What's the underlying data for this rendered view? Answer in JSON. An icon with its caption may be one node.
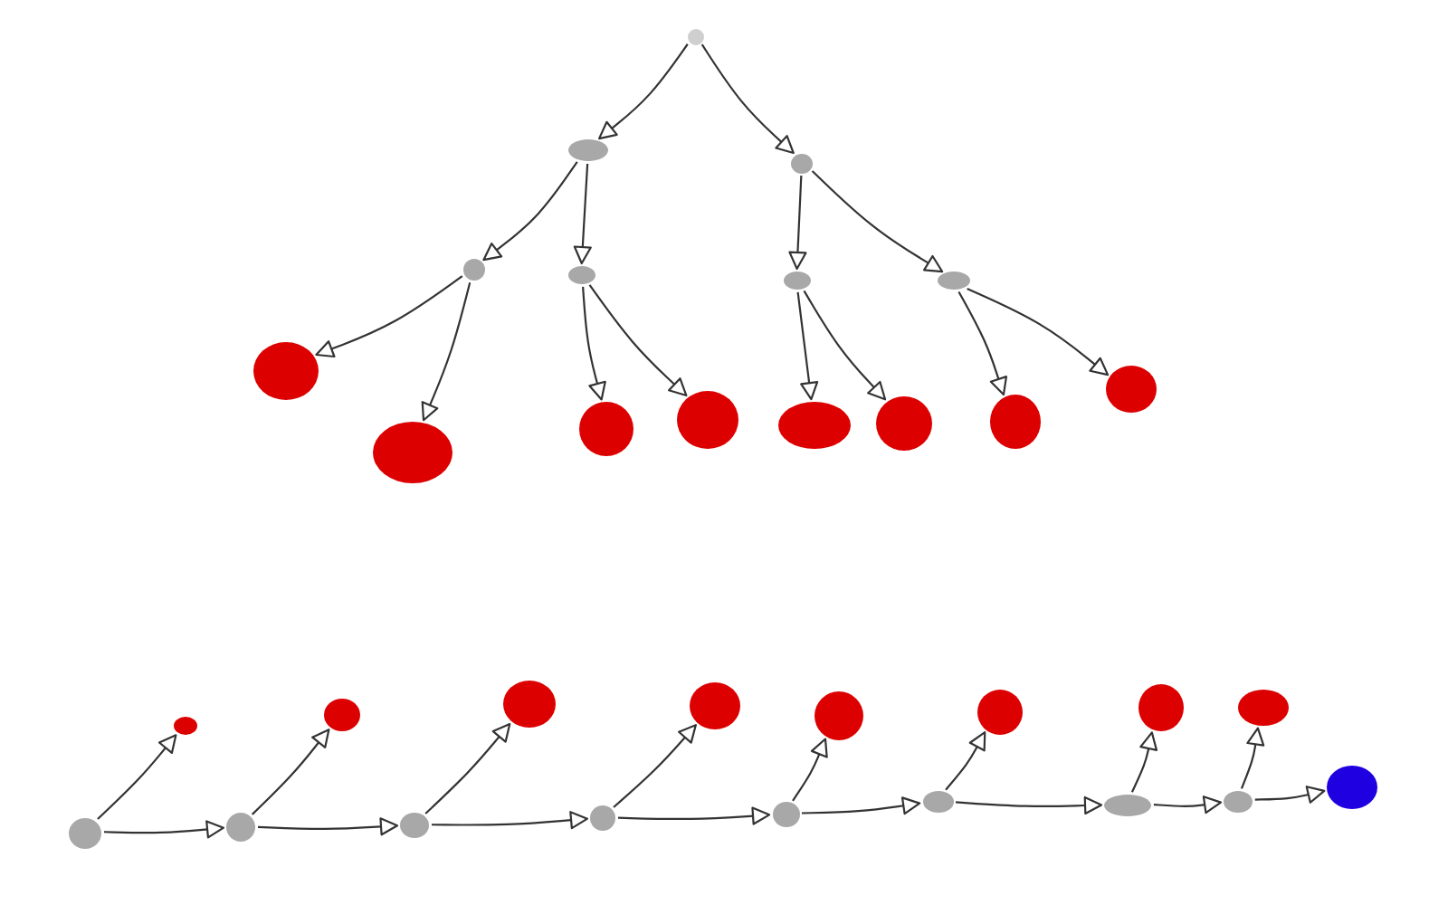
{
  "diagram": {
    "nodes": [
      {
        "text": [],
        "shape": "circle"
      },
      {
        "text": [],
        "shape": "circle"
      },
      {
        "text": [],
        "shape": "circle"
      },
      {
        "text": [],
        "shape": "circle"
      },
      {
        "text": [],
        "shape": "circle"
      },
      {
        "text": [],
        "shape": "circle"
      },
      {
        "text": [],
        "shape": "circle"
      },
      {
        "text": [],
        "shape": "circle"
      },
      {
        "text": [],
        "shape": "circle"
      },
      {
        "text": [],
        "shape": "circle"
      },
      {
        "text": [],
        "shape": "circle"
      },
      {
        "text": [],
        "shape": "circle"
      },
      {
        "text": [],
        "shape": "circle"
      },
      {
        "text": [],
        "shape": "circle"
      },
      {
        "text": [],
        "shape": "circle"
      },
      {
        "text": [],
        "shape": "circle"
      },
      {
        "text": [],
        "shape": "circle"
      },
      {
        "text": [],
        "shape": "circle"
      },
      {
        "text": [],
        "shape": "circle"
      },
      {
        "text": [],
        "shape": "circle"
      },
      {
        "text": [],
        "shape": "circle"
      },
      {
        "text": [],
        "shape": "circle"
      },
      {
        "text": [],
        "shape": "circle"
      },
      {
        "text": [],
        "shape": "circle"
      },
      {
        "text": [],
        "shape": "circle"
      },
      {
        "text": [],
        "shape": "circle"
      },
      {
        "text": [],
        "shape": "circle"
      },
      {
        "text": [],
        "shape": "circle"
      },
      {
        "text": [],
        "shape": "circle"
      },
      {
        "text": [],
        "shape": "circle"
      },
      {
        "text": [],
        "shape": "circle"
      },
      {
        "text": [],
        "shape": "circle"
      }
    ],
    "edges": [
      {
        "from": 0,
        "to": 1,
        "arrow": "to"
      },
      {
        "from": 0,
        "to": 2,
        "arrow": "to"
      },
      {
        "from": 1,
        "to": 3,
        "arrow": "to"
      },
      {
        "from": 1,
        "to": 4,
        "arrow": "to"
      },
      {
        "from": 2,
        "to": 5,
        "arrow": "to"
      },
      {
        "from": 2,
        "to": 6,
        "arrow": "to"
      },
      {
        "from": 3,
        "to": 7,
        "arrow": "to"
      },
      {
        "from": 3,
        "to": 8,
        "arrow": "to"
      },
      {
        "from": 4,
        "to": 9,
        "arrow": "to"
      },
      {
        "from": 4,
        "to": 10,
        "arrow": "to"
      },
      {
        "from": 5,
        "to": 11,
        "arrow": "to"
      },
      {
        "from": 5,
        "to": 12,
        "arrow": "to"
      },
      {
        "from": 6,
        "to": 13,
        "arrow": "to"
      },
      {
        "from": 6,
        "to": 14,
        "arrow": "to"
      },
      {
        "from": 23,
        "to": 24,
        "arrow": "to"
      },
      {
        "from": 24,
        "to": 25,
        "arrow": "to"
      },
      {
        "from": 25,
        "to": 26,
        "arrow": "to"
      },
      {
        "from": 26,
        "to": 27,
        "arrow": "to"
      },
      {
        "from": 27,
        "to": 28,
        "arrow": "to"
      },
      {
        "from": 28,
        "to": 29,
        "arrow": "to"
      },
      {
        "from": 29,
        "to": 30,
        "arrow": "to"
      },
      {
        "from": 30,
        "to": 31,
        "arrow": "to"
      },
      {
        "from": 23,
        "to": 15,
        "arrow": "to"
      },
      {
        "from": 24,
        "to": 16,
        "arrow": "to"
      },
      {
        "from": 25,
        "to": 17,
        "arrow": "to"
      },
      {
        "from": 26,
        "to": 18,
        "arrow": "to"
      },
      {
        "from": 27,
        "to": 19,
        "arrow": "to"
      },
      {
        "from": 28,
        "to": 20,
        "arrow": "to"
      },
      {
        "from": 29,
        "to": 21,
        "arrow": "to"
      },
      {
        "from": 30,
        "to": 22,
        "arrow": "to"
      }
    ]
  }
}
